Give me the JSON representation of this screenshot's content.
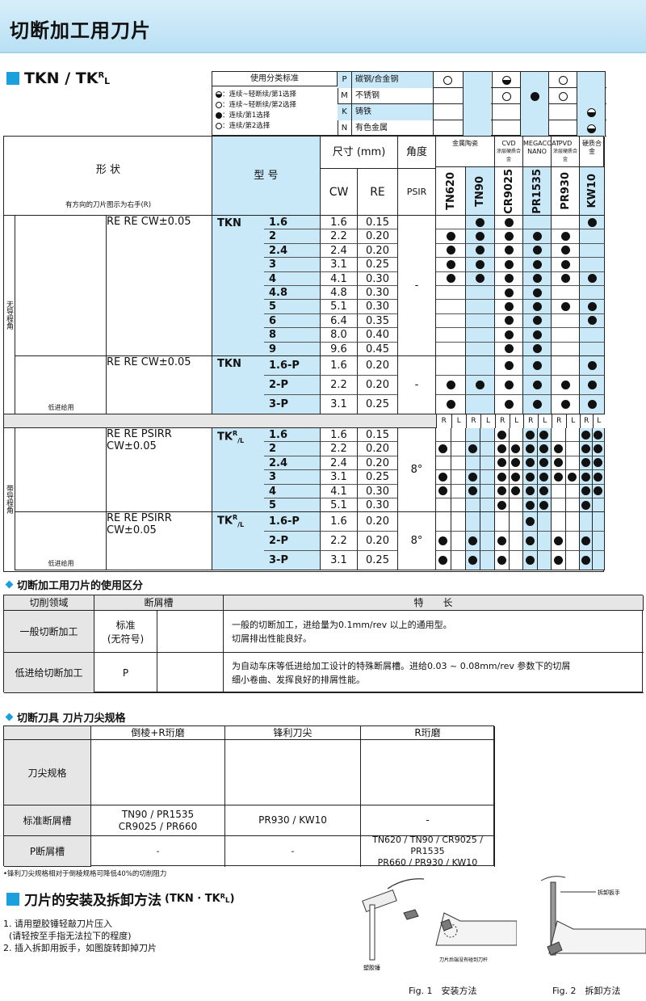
{
  "page_title": "切断加工用刀片",
  "section1": {
    "title": "TKN / TK",
    "sup": "R",
    "sub": "L"
  },
  "usage": {
    "header": "使用分类标准",
    "legend": [
      "：连续~轻断续/第1选择",
      "：连续~轻断续/第2选择",
      "：连续/第1选择",
      "：连续/第2选择"
    ],
    "rows": [
      {
        "code": "P",
        "material": "碳钢/合金钢"
      },
      {
        "code": "M",
        "material": "不锈钢"
      },
      {
        "code": "K",
        "material": "铸铁"
      },
      {
        "code": "N",
        "material": "有色金属"
      }
    ]
  },
  "main_table": {
    "shape_label": "形  状",
    "shape_note": "有方向的刀片图示为右手(R)",
    "model_label": "型  号",
    "size_label": "尺寸 (mm)",
    "angle_label": "角度",
    "cw": "CW",
    "re": "RE",
    "psir": "PSIR",
    "group_cermet": "金属陶瓷",
    "group_cvd": "CVD",
    "group_cvd_sub": "涂层硬质合金",
    "group_mega": "MEGACOAT NANO",
    "group_pvd": "PVD",
    "group_pvd_sub": "涂层硬质合金",
    "group_carbide": "硬质合金",
    "grades": [
      "TN620",
      "TN90",
      "CR9025",
      "PR1535",
      "PR930",
      "KW10"
    ],
    "side_no_chamfer": "无导程角",
    "side_chamfer": "带导程角",
    "low_feed_caption": "低进给用",
    "rl": [
      "R",
      "L"
    ],
    "blocks": [
      {
        "prefix": "TKN",
        "angle": "-",
        "rows": [
          {
            "no": "1.6",
            "cw": "1.6",
            "re": "0.15"
          },
          {
            "no": "2",
            "cw": "2.2",
            "re": "0.20"
          },
          {
            "no": "2.4",
            "cw": "2.4",
            "re": "0.20"
          },
          {
            "no": "3",
            "cw": "3.1",
            "re": "0.25"
          },
          {
            "no": "4",
            "cw": "4.1",
            "re": "0.30"
          },
          {
            "no": "4.8",
            "cw": "4.8",
            "re": "0.30"
          },
          {
            "no": "5",
            "cw": "5.1",
            "re": "0.30"
          },
          {
            "no": "6",
            "cw": "6.4",
            "re": "0.35"
          },
          {
            "no": "8",
            "cw": "8.0",
            "re": "0.40"
          },
          {
            "no": "9",
            "cw": "9.6",
            "re": "0.45"
          }
        ]
      },
      {
        "prefix": "TKN",
        "angle": "-",
        "rows": [
          {
            "no": "1.6-P",
            "cw": "1.6",
            "re": "0.20"
          },
          {
            "no": "2-P",
            "cw": "2.2",
            "re": "0.20"
          },
          {
            "no": "3-P",
            "cw": "3.1",
            "re": "0.25"
          }
        ]
      },
      {
        "prefix": "TK",
        "angle": "8°",
        "rows": [
          {
            "no": "1.6",
            "cw": "1.6",
            "re": "0.15"
          },
          {
            "no": "2",
            "cw": "2.2",
            "re": "0.20"
          },
          {
            "no": "2.4",
            "cw": "2.4",
            "re": "0.20"
          },
          {
            "no": "3",
            "cw": "3.1",
            "re": "0.25"
          },
          {
            "no": "4",
            "cw": "4.1",
            "re": "0.30"
          },
          {
            "no": "5",
            "cw": "5.1",
            "re": "0.30"
          }
        ]
      },
      {
        "prefix": "TK",
        "angle": "8°",
        "rows": [
          {
            "no": "1.6-P",
            "cw": "1.6",
            "re": "0.20"
          },
          {
            "no": "2-P",
            "cw": "2.2",
            "re": "0.20"
          },
          {
            "no": "3-P",
            "cw": "3.1",
            "re": "0.25"
          }
        ]
      }
    ],
    "draw_labels": {
      "re": "RE",
      "cw": "CW±0.05",
      "psirr": "PSIRR"
    }
  },
  "section2": {
    "title": "切断加工用刀片的使用区分",
    "headers": [
      "切削领域",
      "断屑槽",
      "特　　长"
    ],
    "rows": [
      {
        "area": "一般切断加工",
        "breaker": "标准\n(无符号)",
        "feature": "一般的切断加工，进给量为0.1mm/rev 以上的通用型。\n切屑排出性能良好。"
      },
      {
        "area": "低进给切断加工",
        "breaker": "P",
        "feature": "为自动车床等低进给加工设计的特殊断屑槽。进给0.03 ~ 0.08mm/rev 参数下的切屑\n细小卷曲、发挥良好的排屑性能。"
      }
    ]
  },
  "section3": {
    "title": "切断刀具 刀片刀尖规格",
    "cols": [
      "倒棱+R珩磨",
      "锋利刀尖",
      "R珩磨"
    ],
    "row_labels": [
      "刀尖规格",
      "标准断屑槽",
      "P断屑槽"
    ],
    "standard": [
      "TN90 / PR1535\nCR9025 / PR660",
      "PR930 / KW10",
      "-"
    ],
    "p": [
      "-",
      "-",
      "TN620 / TN90 / CR9025 / PR1535\nPR660 / PR930 / KW10"
    ],
    "note": "•锋利刀尖规格相对于倒棱规格可降低40%的切削阻力"
  },
  "section4": {
    "title": "刀片的安装及拆卸方法",
    "title_suffix": "(TKN · TK",
    "title_end": ")",
    "steps": [
      "1. 请用塑胶锤轻敲刀片压入",
      "  (请轻按至手指无法拉下的程度)",
      "2. 插入拆卸用扳手，如图旋转卸掉刀片"
    ],
    "fig1_label": "Fig. 1　安装方法",
    "fig2_label": "Fig. 2　拆卸方法",
    "hammer_label": "塑胶锤",
    "gap_label": "刀片后端没有碰到刀杆",
    "wrench_label": "拆卸扳手"
  }
}
